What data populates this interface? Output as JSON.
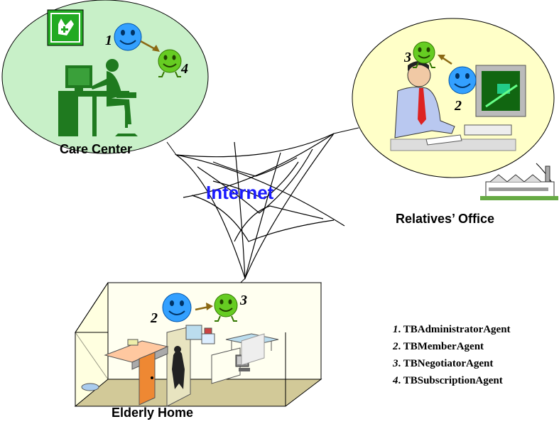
{
  "nodes": {
    "care_center": {
      "label": "Care Center",
      "agents": [
        "1",
        "4"
      ]
    },
    "relatives_office": {
      "label": "Relatives’ Office",
      "agents": [
        "3",
        "2"
      ]
    },
    "elderly_home": {
      "label": "Elderly Home",
      "agents": [
        "2",
        "3"
      ]
    }
  },
  "network": {
    "label": "Internet"
  },
  "legend": [
    {
      "num": "1",
      "name": ". TBAdministratorAgent"
    },
    {
      "num": "2",
      "name": ". TBMemberAgent"
    },
    {
      "num": "3",
      "name": ". TBNegotiatorAgent"
    },
    {
      "num": "4",
      "name": ". TBSubscriptionAgent"
    }
  ],
  "colors": {
    "care_bubble": "#c8f0c8",
    "office_bubble": "#ffffc8",
    "blue_agent": "#33a0ff",
    "green_agent": "#66cc22",
    "internet_text": "#1a1aff",
    "arrow": "#8b6914"
  }
}
